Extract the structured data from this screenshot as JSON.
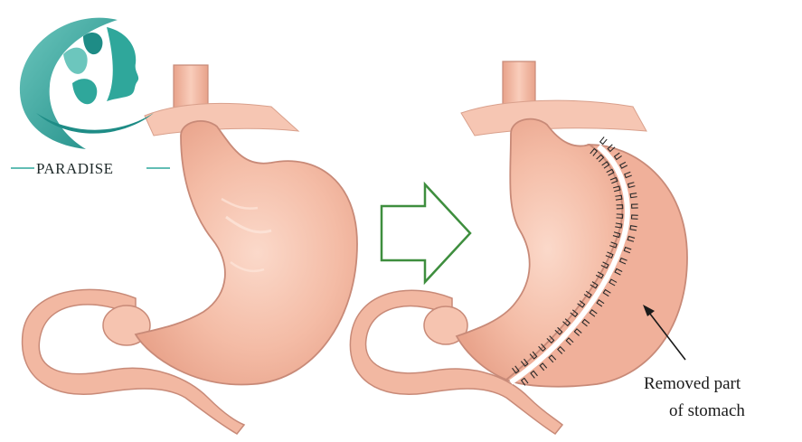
{
  "logo": {
    "brand_text": "PARADISE",
    "colors": {
      "teal": "#2fa79b",
      "teal_dark": "#1e8c86",
      "teal_light": "#6cc6bd"
    }
  },
  "diagram": {
    "arrow": {
      "direction": "right",
      "stroke_color": "#3e8e3e",
      "fill_color": "#ffffff"
    },
    "annotation": {
      "line1": "Removed part",
      "line2": "of stomach"
    },
    "colors": {
      "stomach_fill": "#f2b8a2",
      "stomach_light": "#f8d4c6",
      "stomach_outline": "#c88a78",
      "staple_color": "#2a2a2a"
    }
  }
}
